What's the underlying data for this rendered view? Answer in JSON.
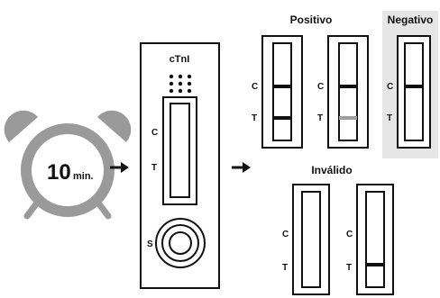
{
  "timer": {
    "value": "10",
    "unit": "min."
  },
  "cassette": {
    "title": "cTnI",
    "labels": {
      "control": "C",
      "test": "T",
      "sample": "S"
    }
  },
  "results": {
    "positive": {
      "heading": "Positivo",
      "strips": [
        {
          "labels": {
            "control": "C",
            "test": "T"
          },
          "c_line": "strong",
          "t_line": "strong"
        },
        {
          "labels": {
            "control": "C",
            "test": "T"
          },
          "c_line": "strong",
          "t_line": "faint"
        }
      ]
    },
    "negative": {
      "heading": "Negativo",
      "strips": [
        {
          "labels": {
            "control": "C",
            "test": "T"
          },
          "c_line": "strong",
          "t_line": "none"
        }
      ]
    },
    "invalid": {
      "heading": "Inválido",
      "strips": [
        {
          "labels": {
            "control": "C",
            "test": "T"
          },
          "c_line": "none",
          "t_line": "none"
        },
        {
          "labels": {
            "control": "C",
            "test": "T"
          },
          "c_line": "none",
          "t_line": "strong"
        }
      ]
    }
  },
  "colors": {
    "ink": "#111111",
    "alarm_gray": "#9a9a9a",
    "faint_line": "#9e9e9e",
    "negative_panel": "#e6e6e6"
  },
  "icons": [
    "alarm-clock-icon",
    "arrow-right-icon"
  ]
}
